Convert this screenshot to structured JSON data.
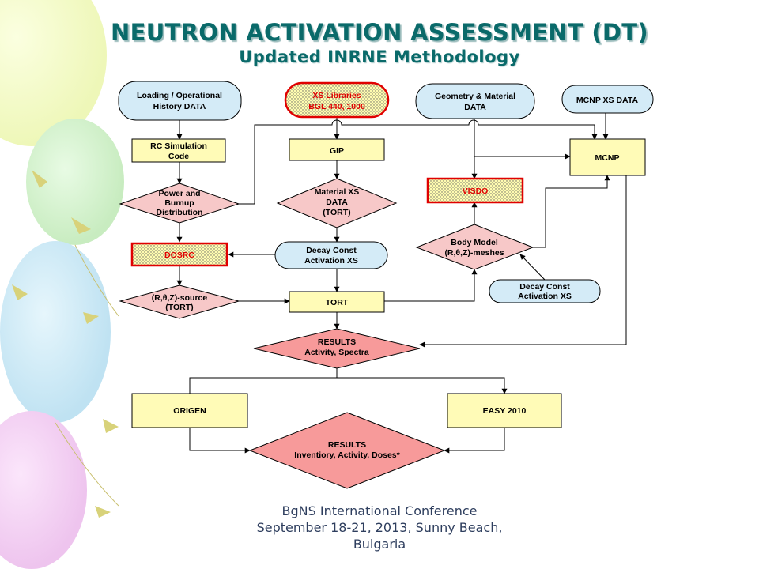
{
  "header": {
    "title": "NEUTRON ACTIVATION ASSESSMENT (DT)",
    "subtitle": "Updated INRNE Methodology"
  },
  "diagram": {
    "nodes": {
      "loading": [
        "Loading / Operational",
        "History DATA"
      ],
      "xs_libraries": [
        "XS Libraries",
        "BGL 440, 1000"
      ],
      "geometry": [
        "Geometry & Material",
        "DATA"
      ],
      "mcnp_xs": [
        "MCNP XS DATA"
      ],
      "rc_sim": [
        "RC Simulation",
        "Code"
      ],
      "gip": [
        "GIP"
      ],
      "mcnp": [
        "MCNP"
      ],
      "power": [
        "Power and",
        "Burnup",
        "Distribution"
      ],
      "material_xs": [
        "Material XS",
        "DATA",
        "(TORT)"
      ],
      "visdo": [
        "VISDO"
      ],
      "body_model": [
        "Body Model",
        "(R,θ,Z)-meshes"
      ],
      "dosrc": [
        "DOSRC"
      ],
      "decay1": [
        "Decay  Const",
        "Activation XS"
      ],
      "decay2": [
        "Decay Const",
        "Activation XS"
      ],
      "source": [
        "(R,θ,Z)-source",
        "(TORT)"
      ],
      "tort": [
        "TORT"
      ],
      "results1": [
        "RESULTS",
        "Activity, Spectra"
      ],
      "origen": [
        "ORIGEN"
      ],
      "easy": [
        "EASY 2010"
      ],
      "results2": [
        "RESULTS",
        "Inventiory, Activity, Doses*"
      ]
    }
  },
  "footer": {
    "line1": "BgNS International Conference",
    "line2": "September 18-21, 2013, Sunny Beach,",
    "line3": "Bulgaria"
  }
}
